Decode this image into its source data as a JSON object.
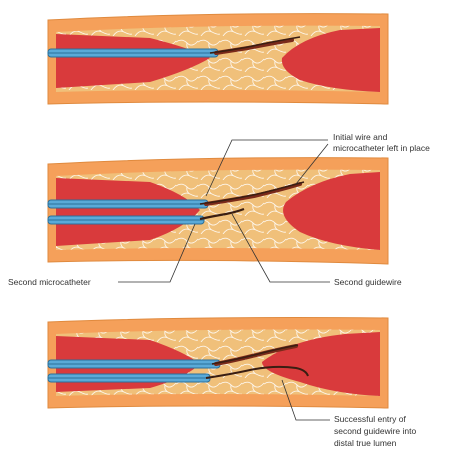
{
  "labels": {
    "initial_wire_line1": "Initial wire and",
    "initial_wire_line2": "microcatheter left in place",
    "second_microcatheter": "Second microcatheter",
    "second_guidewire": "Second guidewire",
    "successful_line1": "Successful entry of",
    "successful_line2": "second guidewire into",
    "successful_line3": "distal true lumen"
  },
  "colors": {
    "vessel_wall": "#f5a05a",
    "vessel_wall_edge": "#e08a3e",
    "lumen": "#d93a3c",
    "plaque": "#f0c07a",
    "plaque_cell_line": "#ffffff",
    "catheter": "#5aaad8",
    "catheter_edge": "#2a6f9a",
    "guidewire": "#3a1e12",
    "dissection": "#7a2a1a",
    "leader_line": "#333333"
  }
}
